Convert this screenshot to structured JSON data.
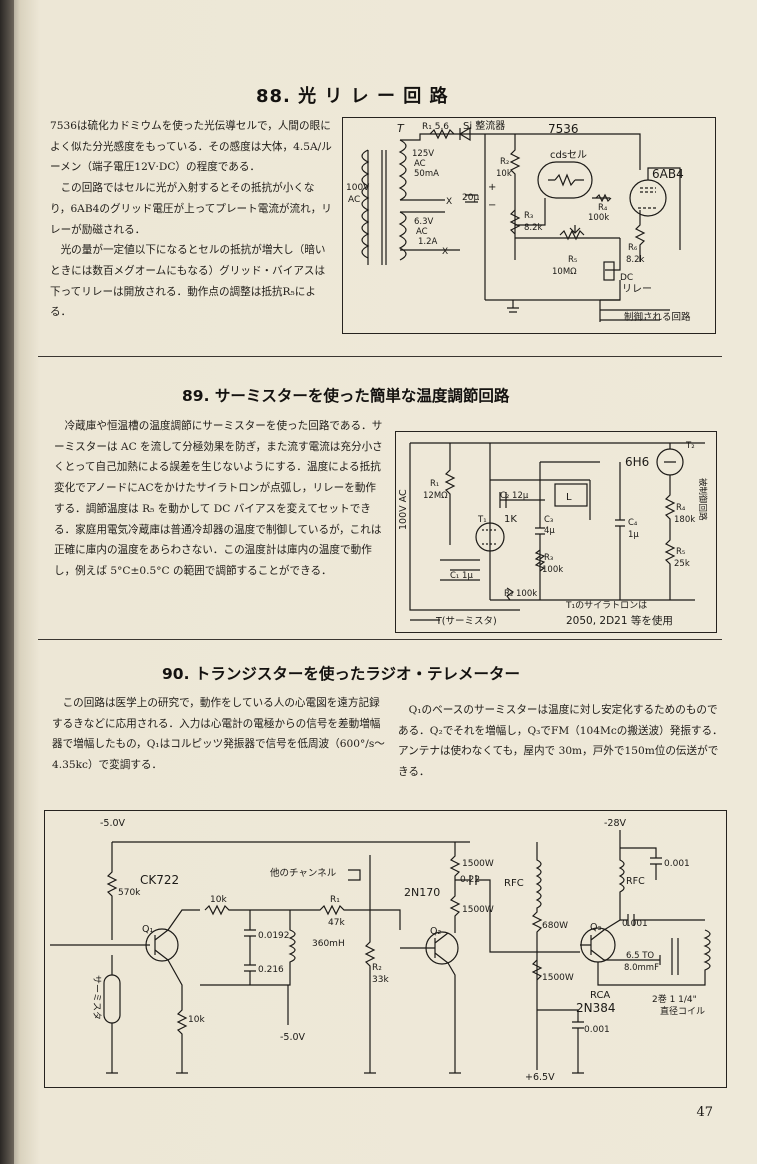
{
  "s88": {
    "title": "88. 光 リ レ ー 回 路",
    "paras": [
      "7536は硫化カドミウムを使った光伝導セルで，人間の眼によく似た分光感度をもっている．その感度は大体，4.5A/ルーメン（端子電圧12V·DC）の程度である．",
      "この回路ではセルに光が入射するとその抵抗が小くなり，6AB4のグリッド電圧が上ってプレート電流が流れ，リレーが励磁される．",
      "光の量が一定値以下になるとセルの抵抗が増大し（暗いときには数百メグオームにもなる）グリッド・バイアスは下ってリレーは開放される．動作点の調整は抵抗R₅による．"
    ],
    "labels": {
      "T": "T",
      "R1": "R₁ 5.6",
      "Si": "Si 整流器",
      "part": "7536",
      "v125": "125V",
      "ac1": "AC",
      "ma50": "50mA",
      "ac100a": "100V",
      "ac100b": "AC",
      "v63": "6.3V",
      "ac2": "AC",
      "a12": "1.2A",
      "x1": "X",
      "x2": "X",
      "R2a": "R₂",
      "R2b": "10k",
      "C20": "20μ",
      "R3a": "R₃",
      "R3b": "8.2k",
      "cds": "cdsセル",
      "tube": "6AB4",
      "R4a": "R₄",
      "R4b": "100k",
      "R5a": "R₅",
      "R5b": "10MΩ",
      "R6a": "R₆",
      "R6b": "8.2k",
      "dc": "DC",
      "relay": "リレー",
      "controlled": "制御される回路",
      "plus": "+",
      "minus": "−"
    }
  },
  "s89": {
    "title": "89. サーミスターを使った簡単な温度調節回路",
    "paras": [
      "冷蔵庫や恒温槽の温度調節にサーミスターを使った回路である．サーミスターは AC を流して分極効果を防ぎ，また流す電流は充分小さくとって自己加熱による誤差を生じないようにする．温度による抵抗変化でアノードにACをかけたサイラトロンが点弧し，リレーを動作する．調節温度は R₅ を動かして DC バイアスを変えてセットできる．家庭用電気冷蔵庫は普通冷却器の温度で制御しているが，これは正確に庫内の温度をあらわさない．この温度計は庫内の温度で動作し，例えば 5°C±0.5°C の範囲で調節することができる．"
    ],
    "labels": {
      "ac100": "100V AC",
      "R1a": "R₁",
      "R1b": "12MΩ",
      "C2": "C₂ 12μ",
      "L": "L",
      "T1": "T₁",
      "k1": "1K",
      "C3a": "C₃",
      "C3b": "4μ",
      "C4a": "C₄",
      "C4b": "1μ",
      "R3a": "R₃",
      "R3b": "100k",
      "C1": "C₁ 1μ",
      "tube": "6H6",
      "T2": "T₂",
      "R4a": "R₄",
      "R4b": "180k",
      "R5a": "R₅",
      "R5b": "25k",
      "side": "被制御回路",
      "R2": "R₂ 100k",
      "note1": "T₁のサイラトロンは",
      "note2": "2050, 2D21 等を使用",
      "therm": "T(サーミスタ)"
    }
  },
  "s90": {
    "title": "90. トランジスターを使ったラジオ・テレメーター",
    "left": "この回路は医学上の研究で，動作をしている人の心電図を遠方記録するきなどに応用される．入力は心電計の電極からの信号を差動増幅器で増幅したもの，Q₁はコルピッツ発振器で信号を低周波（600°/s～4.35kc）で変調する．",
    "right": "Q₁のベースのサーミスターは温度に対し安定化するためのものである．Q₂でそれを増幅し，Q₃でFM（104Mcの搬送波）発振する．アンテナは使わなくても，屋内で 30m，戸外で150m位の伝送ができる．",
    "labels": {
      "v5top": "-5.0V",
      "r570": "570k",
      "ck": "CK722",
      "q1": "Q₁",
      "r10k1": "10k",
      "c0192": "0.0192",
      "c0216": "0.216",
      "l360": "360mH",
      "R1a": "R₁",
      "R1b": "47k",
      "other": "他のチャンネル",
      "R2a": "R₂",
      "R2b": "33k",
      "v5bot": "-5.0V",
      "r10k2": "10k",
      "therm": "サーミスタ",
      "r1500a": "1500W",
      "c022": "0.22",
      "r1500b": "1500W",
      "n170": "2N170",
      "q2": "Q₂",
      "rfc": "RFC",
      "r680": "680W",
      "r1500c": "1500W",
      "v28": "-28V",
      "c0001a": "0.001",
      "rfc2": "RFC",
      "q3": "Q₃",
      "c0001b": "0.001",
      "c65": "6.5 TO",
      "c8": "8.0mmF",
      "rca": "RCA",
      "n384": "2N384",
      "c0001c": "0.001",
      "v65": "+6.5V",
      "coil1": "2巻 1 1/4\"",
      "coil2": "直径コイル"
    }
  },
  "page_number": "47"
}
